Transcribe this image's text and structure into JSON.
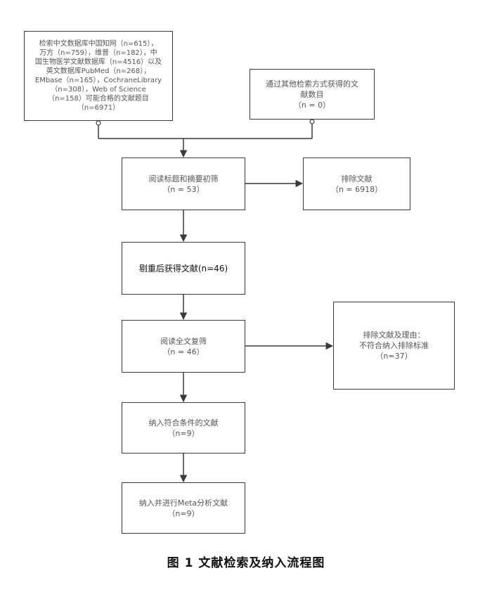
{
  "boxes": {
    "sources": {
      "lines": [
        "检索中文数据库中国知网（n=615），",
        "万方（n=759），维普（n=182），中",
        "国生物医学文献数据库（n=4516）以及",
        "英文数据库PubMed（n=268），",
        "EMbase（n=165），CochraneLibrary",
        "（n=308），Web of Science",
        "（n=158）可能合格的文献题目",
        "（n=6971）"
      ]
    },
    "other": {
      "lines": [
        "通过其他检索方式获得的文",
        "献数目",
        "（n = 0）"
      ]
    },
    "screen": {
      "lines": [
        "阅读标题和摘要初筛",
        "（n = 53）"
      ]
    },
    "excluded1": {
      "lines": [
        "排除文献",
        "（n = 6918）"
      ]
    },
    "dedupe": {
      "lines": [
        "剔重后获得文献(n=46)"
      ]
    },
    "fulltext": {
      "lines": [
        "阅读全文复筛",
        "（n = 46）"
      ]
    },
    "excluded2": {
      "lines": [
        "排除文献及理由：",
        "不符合纳入排除标准",
        "（n=37）"
      ]
    },
    "included": {
      "lines": [
        "纳入符合条件的文献",
        "（n=9）"
      ]
    },
    "meta": {
      "lines": [
        "纳入并进行Meta分析文献",
        "（n=9）"
      ]
    }
  },
  "caption": "图 1  文献检索及纳入流程图"
}
